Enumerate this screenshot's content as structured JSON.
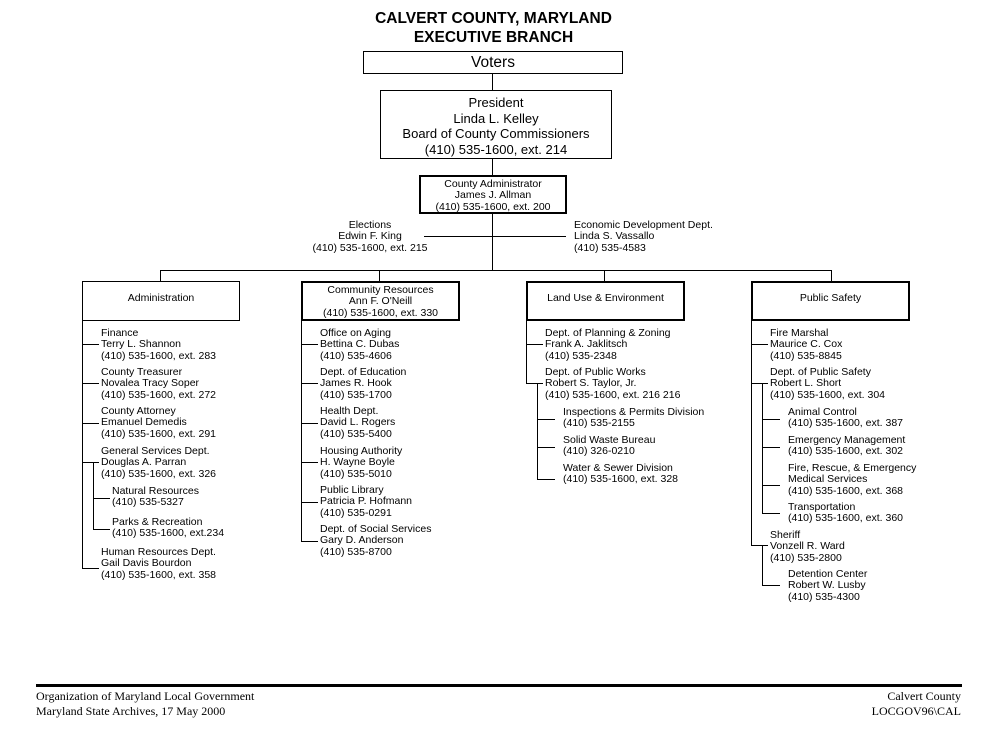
{
  "header": {
    "title_line1": "CALVERT COUNTY, MARYLAND",
    "title_line2": "EXECUTIVE BRANCH"
  },
  "voters": {
    "label": "Voters"
  },
  "president": {
    "title": "President",
    "name": "Linda L. Kelley",
    "body": "Board of County Commissioners",
    "phone": "(410) 535-1600, ext. 214"
  },
  "county_administrator": {
    "title": "County Administrator",
    "name": "James J. Allman",
    "phone": "(410) 535-1600, ext. 200"
  },
  "elections": {
    "title": "Elections",
    "name": "Edwin F. King",
    "phone": "(410) 535-1600, ext. 215"
  },
  "economic_development": {
    "title": "Economic Development Dept.",
    "name": "Linda S. Vassallo",
    "phone": "(410) 535-4583"
  },
  "divisions": [
    {
      "title": "Administration",
      "units": [
        {
          "lines": [
            "Finance",
            "Terry L. Shannon",
            "(410) 535-1600, ext. 283"
          ]
        },
        {
          "lines": [
            "County Treasurer",
            "Novalea Tracy Soper",
            "(410) 535-1600, ext. 272"
          ]
        },
        {
          "lines": [
            "County Attorney",
            "Emanuel Demedis",
            "(410) 535-1600, ext. 291"
          ]
        },
        {
          "lines": [
            "General Services Dept.",
            "Douglas A. Parran",
            "(410) 535-1600, ext. 326"
          ],
          "subunits": [
            {
              "lines": [
                "Natural Resources",
                "(410) 535-5327"
              ]
            },
            {
              "lines": [
                "Parks & Recreation",
                "(410) 535-1600, ext.234"
              ]
            }
          ]
        },
        {
          "lines": [
            "Human Resources Dept.",
            "Gail Davis Bourdon",
            "(410) 535-1600, ext. 358"
          ]
        }
      ]
    },
    {
      "title": "Community Resources",
      "name": "Ann F. O'Neill",
      "phone": "(410) 535-1600, ext. 330",
      "units": [
        {
          "lines": [
            "Office on Aging",
            "Bettina C. Dubas",
            "(410) 535-4606"
          ]
        },
        {
          "lines": [
            "Dept. of Education",
            "James R. Hook",
            "(410) 535-1700"
          ]
        },
        {
          "lines": [
            "Health Dept.",
            "David L. Rogers",
            "(410) 535-5400"
          ]
        },
        {
          "lines": [
            "Housing Authority",
            "H. Wayne Boyle",
            "(410) 535-5010"
          ]
        },
        {
          "lines": [
            "Public Library",
            "Patricia P. Hofmann",
            "(410) 535-0291"
          ]
        },
        {
          "lines": [
            "Dept. of Social Services",
            "Gary D. Anderson",
            "(410) 535-8700"
          ]
        }
      ]
    },
    {
      "title": "Land Use & Environment",
      "units": [
        {
          "lines": [
            "Dept. of Planning & Zoning",
            "Frank A. Jaklitsch",
            "(410) 535-2348"
          ]
        },
        {
          "lines": [
            "Dept. of Public Works",
            "Robert S. Taylor, Jr.",
            "(410) 535-1600, ext. 216 216"
          ],
          "subunits": [
            {
              "lines": [
                "Inspections & Permits Division",
                "(410) 535-2155"
              ]
            },
            {
              "lines": [
                "Solid Waste Bureau",
                "(410) 326-0210"
              ]
            },
            {
              "lines": [
                "Water & Sewer Division",
                "(410) 535-1600, ext. 328"
              ]
            }
          ]
        }
      ]
    },
    {
      "title": "Public Safety",
      "units": [
        {
          "lines": [
            "Fire Marshal",
            "Maurice C. Cox",
            "(410) 535-8845"
          ]
        },
        {
          "lines": [
            "Dept. of Public Safety",
            "Robert L. Short",
            "(410) 535-1600, ext. 304"
          ],
          "subunits": [
            {
              "lines": [
                "Animal Control",
                "(410) 535-1600, ext. 387"
              ]
            },
            {
              "lines": [
                "Emergency Management",
                "(410) 535-1600, ext. 302"
              ]
            },
            {
              "lines": [
                "Fire, Rescue, & Emergency",
                "Medical Services",
                "(410) 535-1600, ext. 368"
              ]
            },
            {
              "lines": [
                "Transportation",
                "(410) 535-1600, ext. 360"
              ]
            }
          ]
        },
        {
          "lines": [
            "Sheriff",
            "Vonzell R. Ward",
            "(410) 535-2800"
          ],
          "subunits": [
            {
              "lines": [
                "Detention Center",
                "Robert W. Lusby",
                "(410) 535-4300"
              ]
            }
          ]
        }
      ]
    }
  ],
  "footer": {
    "left_line1": "Organization of Maryland Local Government",
    "left_line2": "Maryland State Archives, 17 May 2000",
    "right_line1": "Calvert County",
    "right_line2": "LOCGOV96\\CAL"
  }
}
